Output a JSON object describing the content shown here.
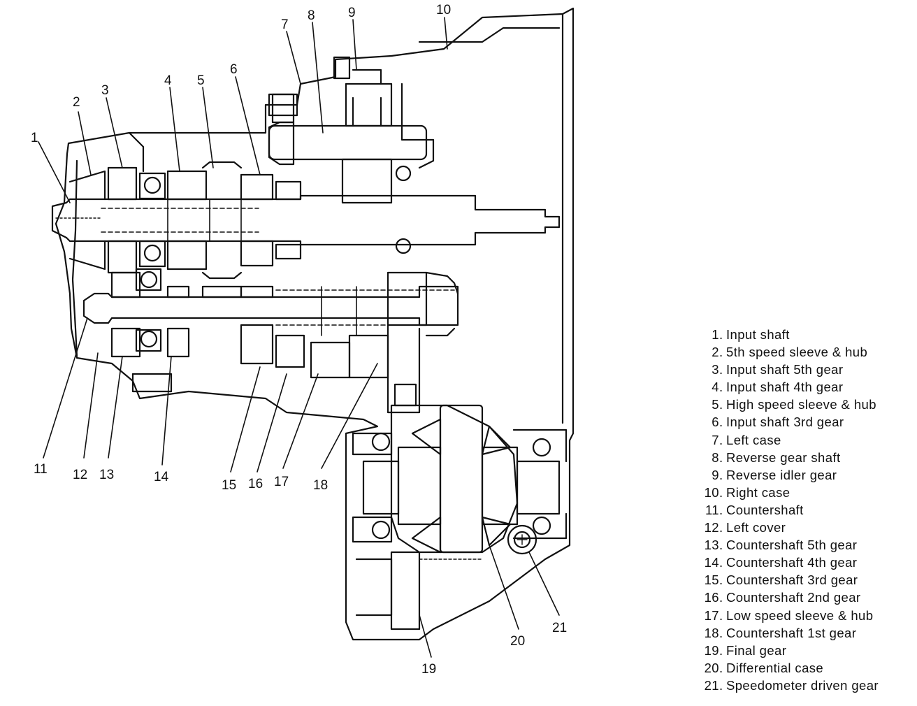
{
  "diagram": {
    "callouts": [
      "1",
      "2",
      "3",
      "4",
      "5",
      "6",
      "7",
      "8",
      "9",
      "10",
      "11",
      "12",
      "13",
      "14",
      "15",
      "16",
      "17",
      "18",
      "19",
      "20",
      "21"
    ]
  },
  "legend": [
    {
      "number": "1",
      "label": "Input shaft"
    },
    {
      "number": "2",
      "label": "5th speed sleeve & hub"
    },
    {
      "number": "3",
      "label": "Input shaft 5th gear"
    },
    {
      "number": "4",
      "label": "Input shaft 4th gear"
    },
    {
      "number": "5",
      "label": "High speed sleeve & hub"
    },
    {
      "number": "6",
      "label": "Input shaft 3rd gear"
    },
    {
      "number": "7",
      "label": "Left case"
    },
    {
      "number": "8",
      "label": "Reverse gear shaft"
    },
    {
      "number": "9",
      "label": "Reverse idler gear"
    },
    {
      "number": "10",
      "label": "Right case"
    },
    {
      "number": "11",
      "label": "Countershaft"
    },
    {
      "number": "12",
      "label": "Left cover"
    },
    {
      "number": "13",
      "label": "Countershaft 5th gear"
    },
    {
      "number": "14",
      "label": "Countershaft 4th gear"
    },
    {
      "number": "15",
      "label": "Countershaft 3rd gear"
    },
    {
      "number": "16",
      "label": "Countershaft 2nd gear"
    },
    {
      "number": "17",
      "label": "Low speed sleeve & hub"
    },
    {
      "number": "18",
      "label": "Countershaft 1st gear"
    },
    {
      "number": "19",
      "label": "Final gear"
    },
    {
      "number": "20",
      "label": "Differential case"
    },
    {
      "number": "21",
      "label": "Speedometer driven gear"
    }
  ]
}
